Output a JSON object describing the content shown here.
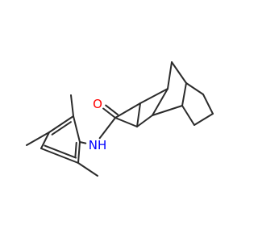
{
  "molecule": {
    "atoms": [
      {
        "id": "O",
        "text": "O",
        "color": "#ff0000"
      },
      {
        "id": "N",
        "text": "NH",
        "color": "#0000ff"
      }
    ]
  },
  "colors": {
    "bond": "#2b2b2b",
    "background": "#ffffff"
  }
}
